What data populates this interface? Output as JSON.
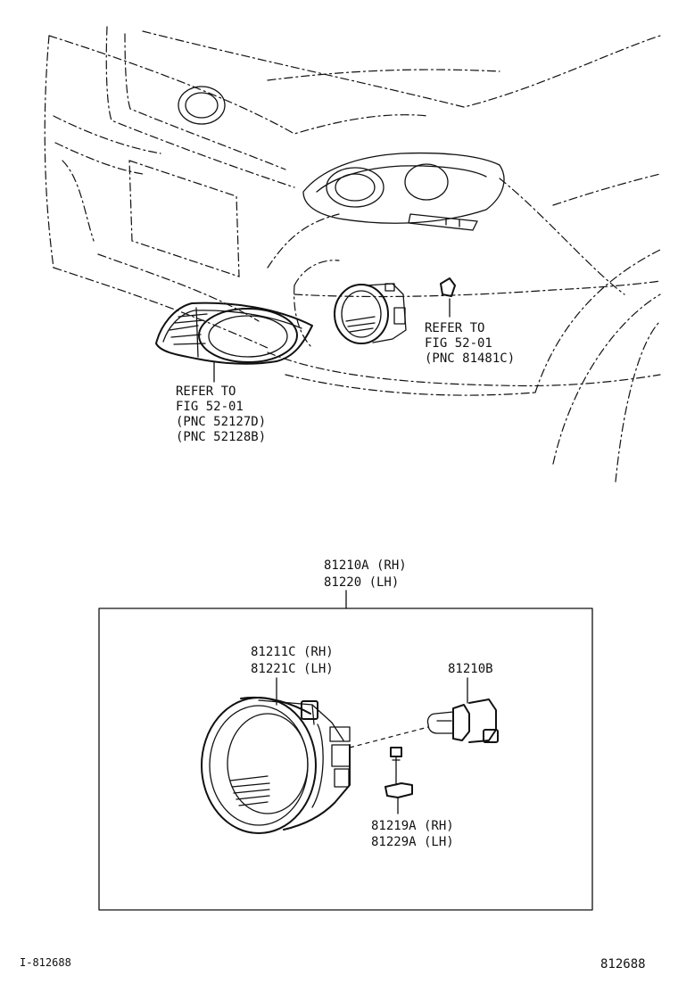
{
  "vehicle_view": {
    "grille_ref": {
      "line1": "REFER TO",
      "line2": "FIG 52-01",
      "line3": "(PNC 52127D)",
      "line4": "(PNC 52128B)"
    },
    "retainer_ref": {
      "line1": "REFER TO",
      "line2": "FIG 52-01",
      "line3": "(PNC 81481C)"
    }
  },
  "assembly": {
    "rh": "81210A (RH)",
    "lh": "81220  (LH)"
  },
  "parts": [
    {
      "line1": "81211C (RH)",
      "line2": "81221C (LH)"
    },
    {
      "line1": "81210B"
    },
    {
      "line1": "81219A (RH)",
      "line2": "81229A (LH)"
    }
  ],
  "footer": {
    "left_code": "I-812688",
    "right_code": "812688"
  }
}
